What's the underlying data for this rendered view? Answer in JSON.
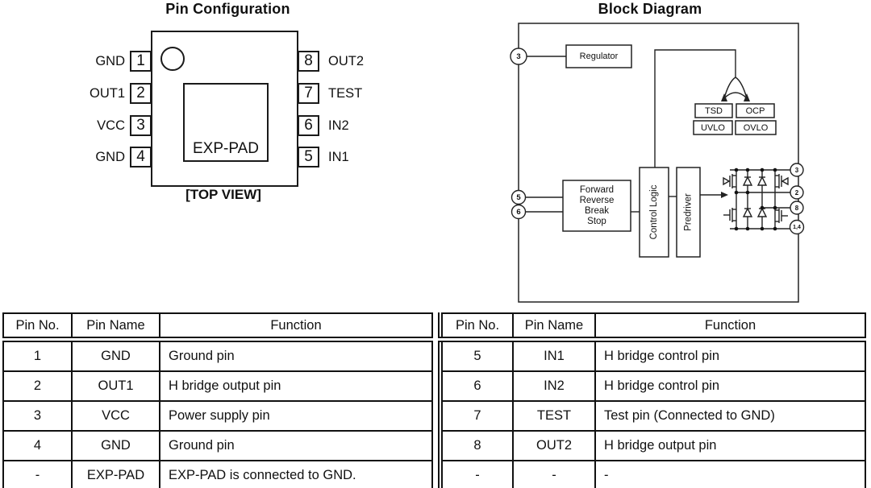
{
  "pin_configuration": {
    "title": "Pin Configuration",
    "top_view_caption": "[TOP VIEW]",
    "exp_pad_label": "EXP-PAD",
    "left_pins": [
      {
        "number": "1",
        "name": "GND"
      },
      {
        "number": "2",
        "name": "OUT1"
      },
      {
        "number": "3",
        "name": "VCC"
      },
      {
        "number": "4",
        "name": "GND"
      }
    ],
    "right_pins": [
      {
        "number": "8",
        "name": "OUT2"
      },
      {
        "number": "7",
        "name": "TEST"
      },
      {
        "number": "6",
        "name": "IN2"
      },
      {
        "number": "5",
        "name": "IN1"
      }
    ]
  },
  "block_diagram": {
    "title": "Block Diagram",
    "regulator_label": "Regulator",
    "protection": {
      "tsd": "TSD",
      "ocp": "OCP",
      "uvlo": "UVLO",
      "ovlo": "OVLO"
    },
    "mode_lines": [
      "Forward",
      "Reverse",
      "Break",
      "Stop"
    ],
    "control_logic_label": "Control Logic",
    "predriver_label": "Predriver",
    "left_pin_circles": {
      "vcc": "3",
      "in1": "5",
      "in2": "6"
    },
    "right_pin_circles": {
      "vcc": "3",
      "out1": "2",
      "out2": "8",
      "gnd": "1,4"
    }
  },
  "pin_function_tables": {
    "left": {
      "headers": [
        "Pin No.",
        "Pin Name",
        "Function"
      ],
      "rows": [
        [
          "1",
          "GND",
          "Ground pin"
        ],
        [
          "2",
          "OUT1",
          "H bridge output pin"
        ],
        [
          "3",
          "VCC",
          "Power supply pin"
        ],
        [
          "4",
          "GND",
          "Ground pin"
        ],
        [
          "-",
          "EXP-PAD",
          "EXP-PAD is connected to GND."
        ]
      ]
    },
    "right": {
      "headers": [
        "Pin No.",
        "Pin Name",
        "Function"
      ],
      "rows": [
        [
          "5",
          "IN1",
          "H bridge control pin"
        ],
        [
          "6",
          "IN2",
          "H bridge control pin"
        ],
        [
          "7",
          "TEST",
          "Test pin (Connected to GND)"
        ],
        [
          "8",
          "OUT2",
          "H bridge output pin"
        ],
        [
          "-",
          "-",
          "-"
        ]
      ]
    }
  },
  "colors": {
    "ink": "#1a1a1a",
    "background": "#ffffff"
  }
}
